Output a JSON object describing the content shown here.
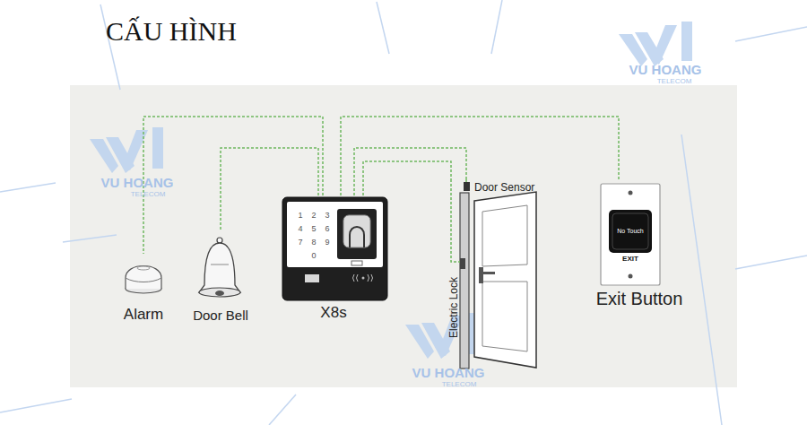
{
  "diagram": {
    "title": "CẤU HÌNH",
    "nodes": [
      {
        "text": [
          "Alarm"
        ]
      },
      {
        "text": [
          "Door Bell"
        ]
      },
      {
        "text": [
          "X8s"
        ]
      },
      {
        "text": [
          "Door Sensor",
          "Electric Lock"
        ]
      },
      {
        "text": [
          "Exit Button"
        ]
      }
    ],
    "edges": [
      {
        "from": 2,
        "to": 0,
        "arrow": "none"
      },
      {
        "from": 2,
        "to": 1,
        "arrow": "none"
      },
      {
        "from": 2,
        "to": 3,
        "arrow": "none"
      },
      {
        "from": 2,
        "to": 3,
        "arrow": "none"
      },
      {
        "from": 2,
        "to": 4,
        "arrow": "none"
      }
    ],
    "labels": [
      "VU HOANG",
      "TELECOM",
      "VU HOANG",
      "TELECOM",
      "VU HOANG",
      "TELECOM",
      "1",
      "2",
      "3",
      "4",
      "5",
      "6",
      "7",
      "8",
      "9",
      "0",
      "No Touch",
      "EXIT"
    ]
  }
}
